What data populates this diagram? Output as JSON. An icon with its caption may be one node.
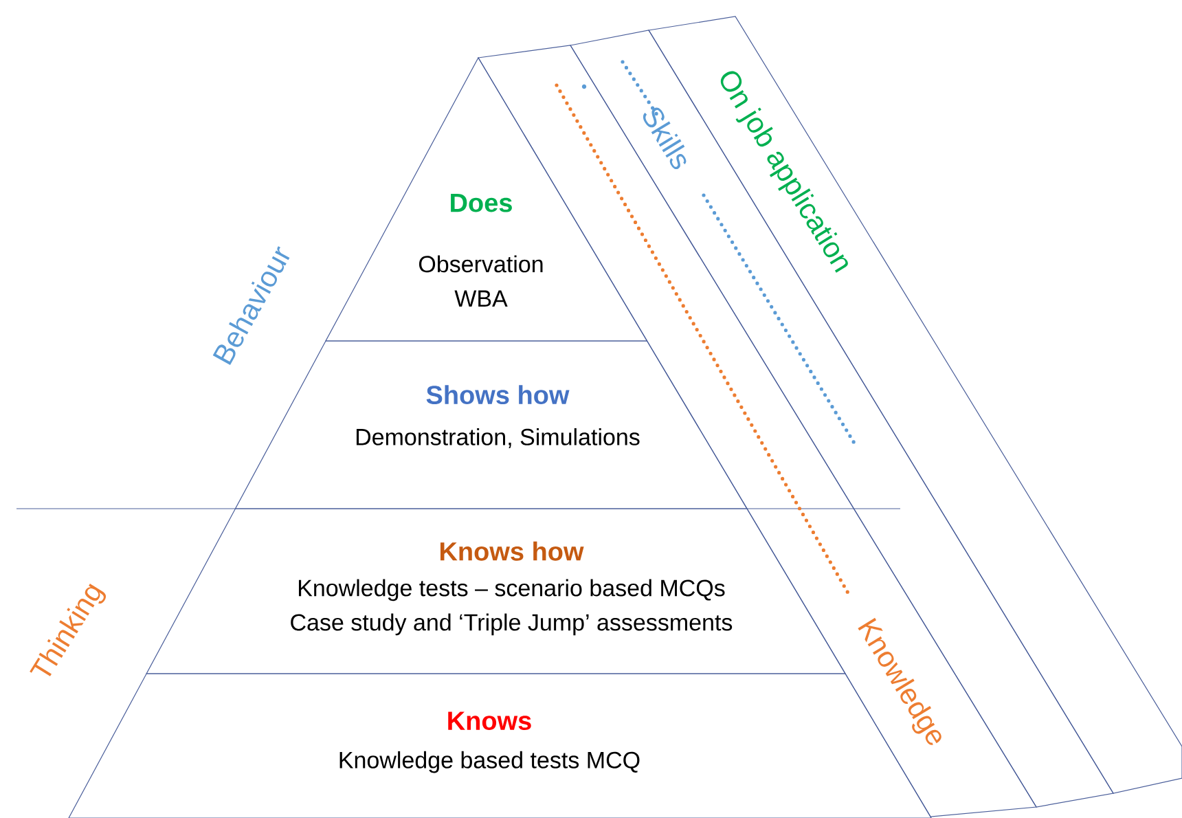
{
  "diagram": {
    "nodes": [
      {
        "text": [
          "Does",
          "Observation WBA"
        ]
      },
      {
        "text": [
          "Shows how",
          "Demonstration, Simulations"
        ]
      },
      {
        "text": [
          "Knows how",
          "Knowledge tests – scenario based MCQs Case study and ‘Triple Jump’ assessments"
        ]
      },
      {
        "text": [
          "Knows",
          "Knowledge based tests MCQ"
        ]
      },
      {
        "text": [
          "Knowledge"
        ]
      },
      {
        "text": [
          "Skills"
        ]
      },
      {
        "text": [
          "On job application"
        ]
      }
    ],
    "labels": [
      "Behaviour",
      "Thinking"
    ]
  }
}
